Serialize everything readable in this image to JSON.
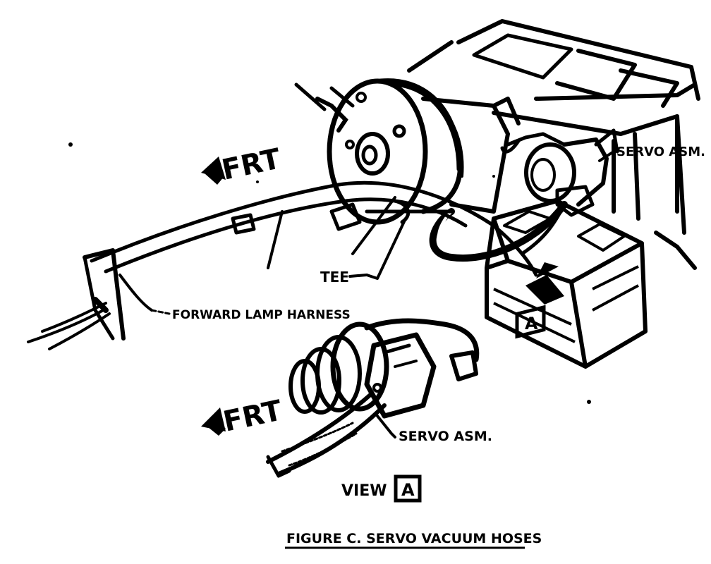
{
  "labels": {
    "frt_top": "FRT",
    "frt_bottom": "FRT",
    "servo_top": "SERVO ASM.",
    "servo_bottom": "SERVO ASM.",
    "tee": "TEE",
    "harness": "FORWARD LAMP HARNESS",
    "view_word": "VIEW",
    "view_letter": "A",
    "callout_letter": "A",
    "caption": "FIGURE C. SERVO VACUUM HOSES"
  },
  "colors": {
    "ink": "#000000",
    "paper": "#ffffff"
  }
}
